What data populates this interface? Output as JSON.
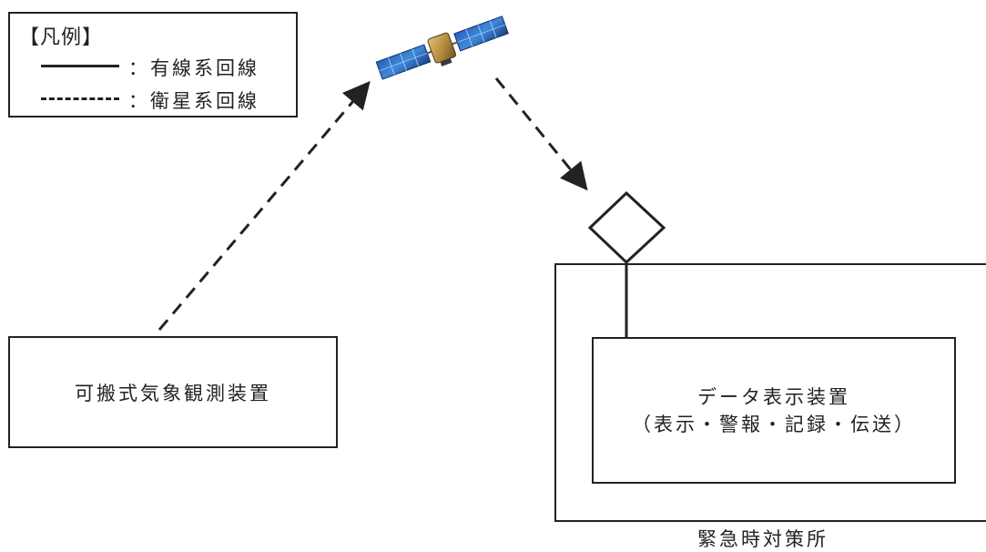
{
  "legend": {
    "title": "【凡例】",
    "wired": "：有線系回線",
    "satellite": "：衛星系回線"
  },
  "boxes": {
    "portable_station": "可搬式気象観測装置",
    "display_device": "データ表示装置",
    "display_functions": "（表示・警報・記録・伝送）",
    "emergency_office": "緊急時対策所"
  },
  "icons": {
    "satellite": "satellite-icon",
    "antenna": "antenna-diamond-icon"
  }
}
